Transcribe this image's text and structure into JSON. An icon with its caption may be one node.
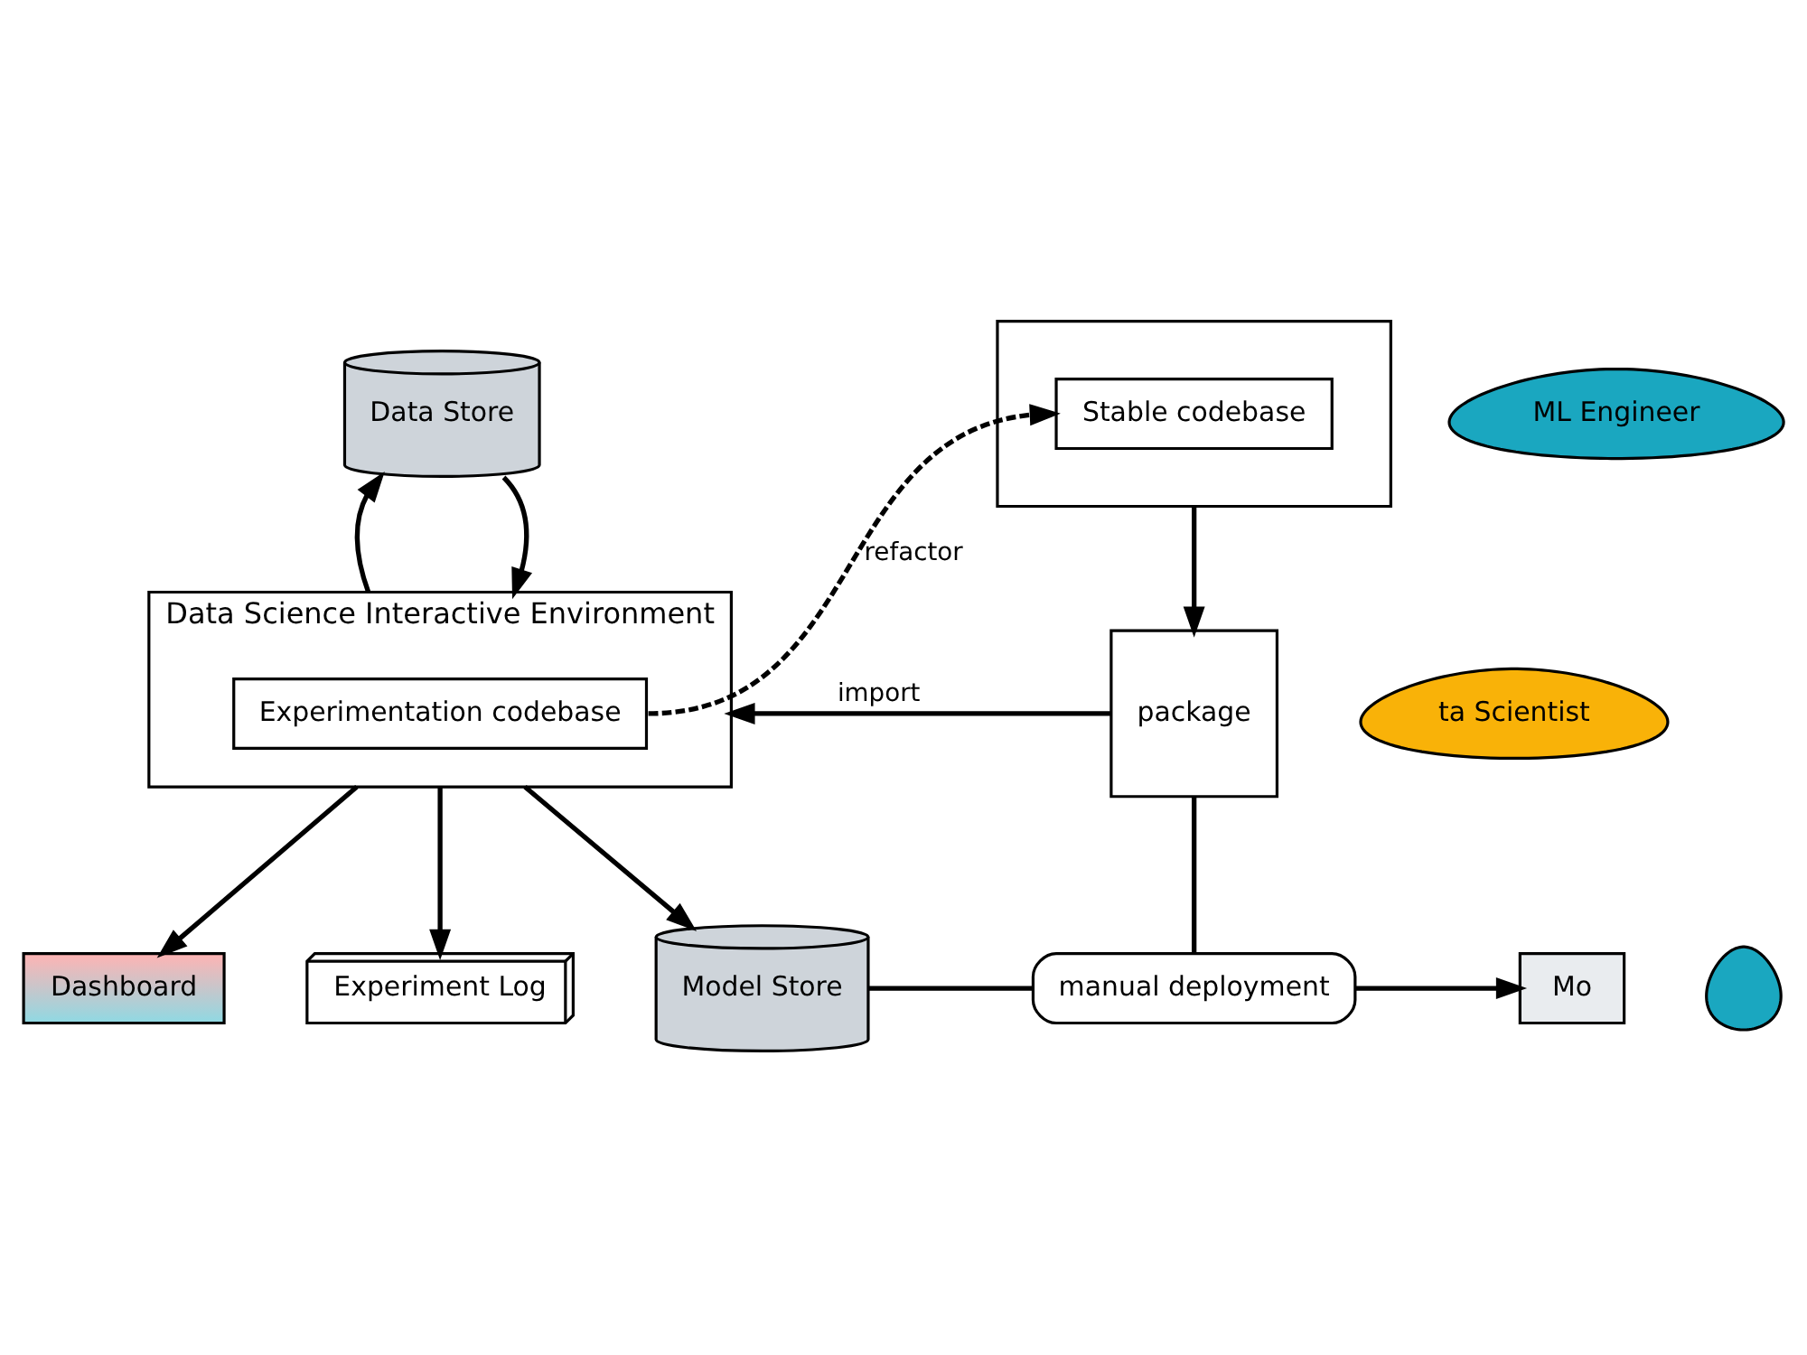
{
  "diagram": {
    "nodes": [
      {
        "text": [
          "Data Store"
        ]
      },
      {
        "text": [
          "Data Science Interactive Environment"
        ]
      },
      {
        "text": [
          "Experimentation codebase"
        ],
        "in": 1
      },
      {
        "text": [],
        "shape": "box"
      },
      {
        "text": [
          "Stable codebase"
        ],
        "in": 3
      },
      {
        "text": [
          "ML Engineer"
        ]
      },
      {
        "text": [
          "ta Scientist"
        ]
      },
      {
        "text": [
          "package"
        ]
      },
      {
        "text": [
          "Dashboard"
        ]
      },
      {
        "text": [
          "Experiment Log"
        ]
      },
      {
        "text": [
          "Model Store"
        ]
      },
      {
        "text": [
          "manual deployment"
        ]
      },
      {
        "text": [
          "Mo"
        ]
      },
      {
        "text": [],
        "shape": "person"
      }
    ],
    "edges": [
      {
        "from": 1,
        "to": 0,
        "arrow": "to"
      },
      {
        "from": 0,
        "to": 1,
        "arrow": "to"
      },
      {
        "from": 2,
        "to": 4,
        "arrow": "to",
        "label": "refactor",
        "style": "dashed"
      },
      {
        "from": 3,
        "to": 7,
        "arrow": "to"
      },
      {
        "from": 7,
        "to": 1,
        "arrow": "to",
        "label": "import"
      },
      {
        "from": 7,
        "to": 11,
        "arrow": "none"
      },
      {
        "from": 1,
        "to": 8,
        "arrow": "to"
      },
      {
        "from": 1,
        "to": 9,
        "arrow": "to"
      },
      {
        "from": 1,
        "to": 10,
        "arrow": "to"
      },
      {
        "from": 10,
        "to": 11,
        "arrow": "none"
      },
      {
        "from": 11,
        "to": 12,
        "arrow": "to"
      }
    ]
  }
}
